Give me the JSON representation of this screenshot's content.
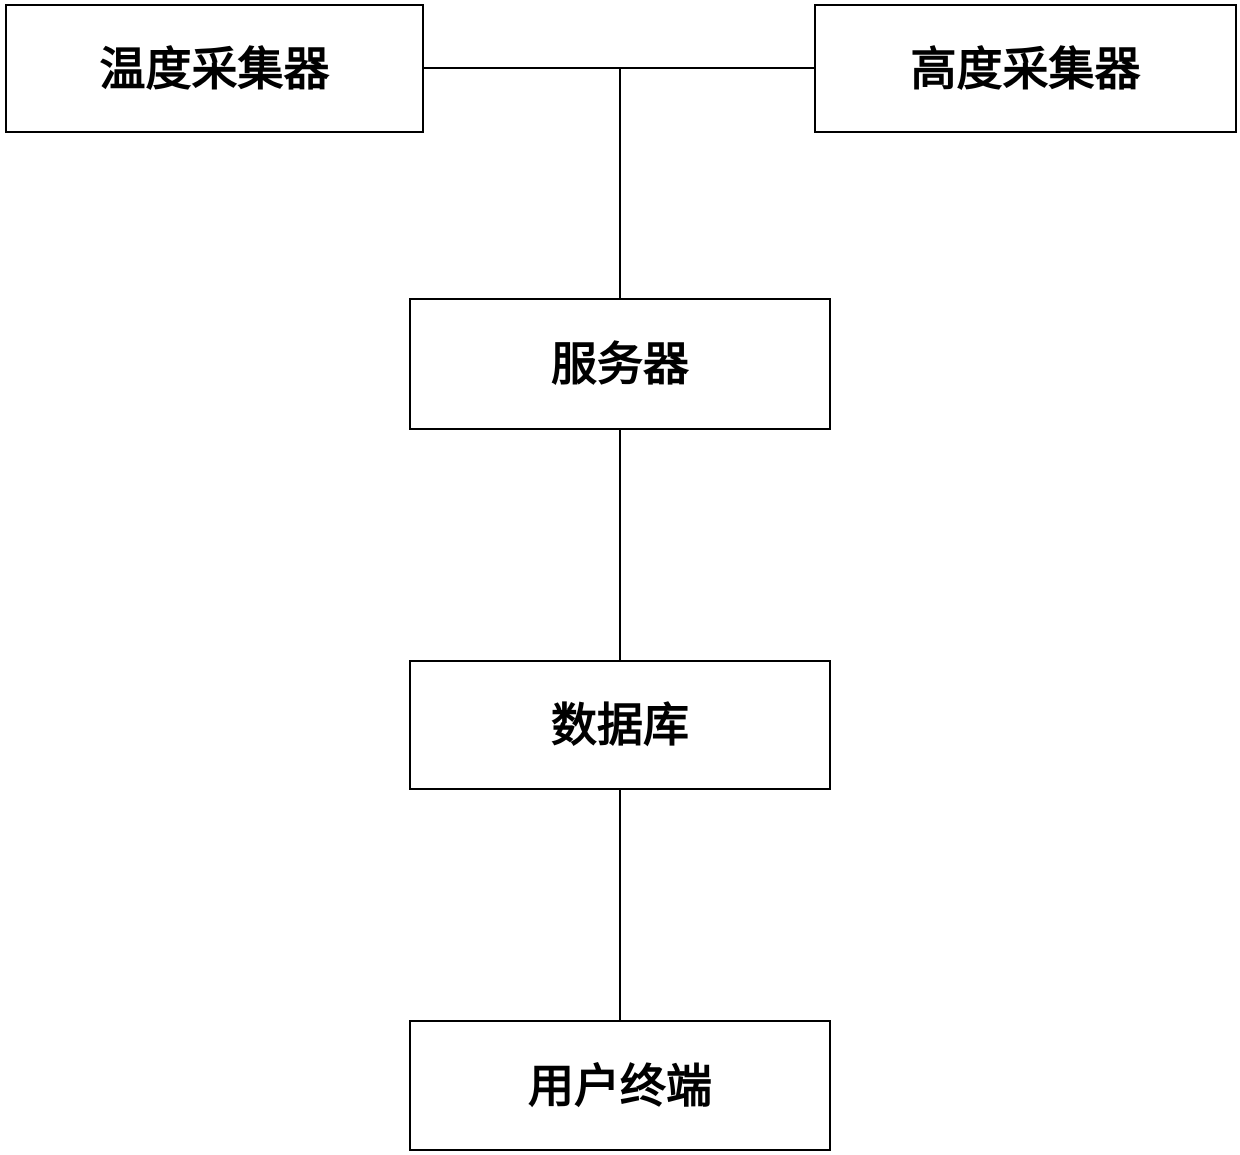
{
  "nodes": {
    "temperature_collector": "温度采集器",
    "height_collector": "高度采集器",
    "server": "服务器",
    "database": "数据库",
    "user_terminal": "用户终端"
  },
  "colors": {
    "line": "#000000",
    "box_border": "#000000",
    "background": "#ffffff"
  }
}
